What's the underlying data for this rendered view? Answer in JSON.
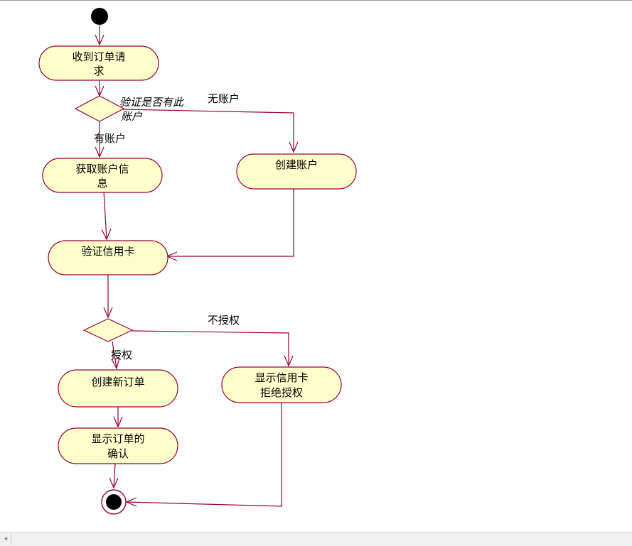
{
  "colors": {
    "node_fill": "#ffffcc",
    "line": "#990033",
    "node_stroke": "#990033",
    "text": "#000000"
  },
  "nodes": {
    "receive_order": [
      "收到订单请",
      "求"
    ],
    "get_account_info": [
      "获取账户信",
      "息"
    ],
    "create_account": [
      "创建账户"
    ],
    "verify_card": [
      "验证信用卡"
    ],
    "create_order": [
      "创建新订单"
    ],
    "show_confirm": [
      "显示订单的",
      "确认"
    ],
    "show_rejected": [
      "显示信用卡",
      "拒绝授权"
    ]
  },
  "decisions": {
    "account_check": {
      "guard": [
        "验证是否有此",
        "账户"
      ],
      "yes_label": "有账户",
      "no_label": "无账户"
    },
    "auth_check": {
      "yes_label": "授权",
      "no_label": "不授权"
    }
  },
  "scrollbar": {
    "left_icon": "arrow-left-icon",
    "left_glyph": "◂"
  }
}
